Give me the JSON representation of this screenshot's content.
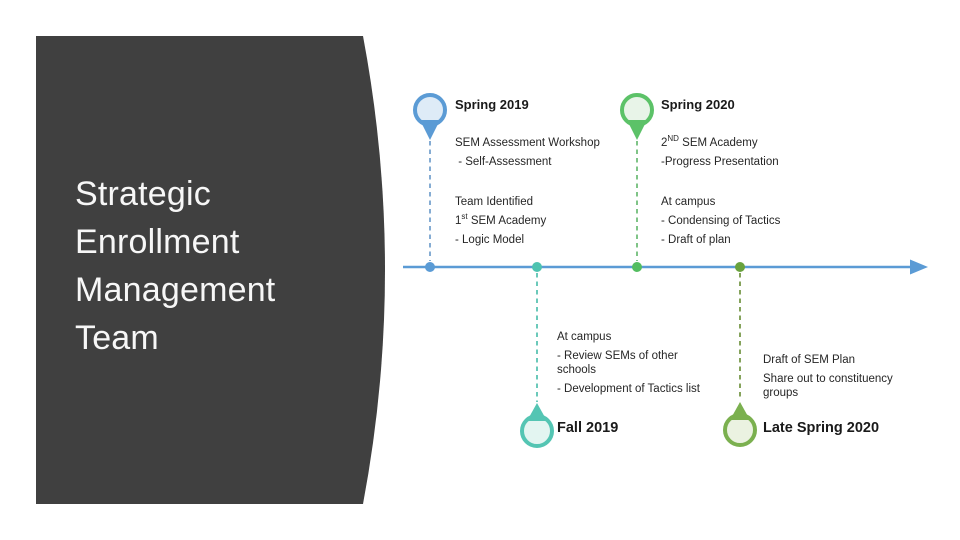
{
  "slide": {
    "title": "Strategic Enrollment Management Team"
  },
  "colors": {
    "panel_dark": "#404040",
    "title_text": "#F7F7F7",
    "heading_text": "#1A1A1A",
    "body_text": "#262626",
    "timeline_blue": "#5B9BD5",
    "spring2019_blue": "#5B9BD5",
    "spring2020_green": "#5CC268",
    "fall2019_teal": "#54C5B3",
    "latespring2020_olive": "#7BB04F"
  },
  "icons": {
    "pin_top": "map-pin-down-icon",
    "pin_bottom": "map-pin-up-icon",
    "arrowhead": "right-arrowhead-icon"
  },
  "timeline": {
    "milestones": {
      "spring2019": {
        "label": "Spring 2019",
        "para1": [
          "SEM Assessment Workshop",
          " - Self-Assessment"
        ],
        "para2_line1": "Team Identified",
        "para2_academy": {
          "pre": "1",
          "sup": "st",
          "post": " SEM Academy"
        },
        "para2_line3": "- Logic Model"
      },
      "spring2020": {
        "label": "Spring 2020",
        "para1_academy": {
          "pre": "2",
          "sup": "ND",
          "post": " SEM Academy"
        },
        "para1_line2": "-Progress Presentation",
        "para2": [
          "At campus",
          "- Condensing of Tactics",
          "- Draft of plan"
        ]
      },
      "fall2019": {
        "label": "Fall 2019",
        "para": [
          "At campus",
          "- Review SEMs of other\nschools",
          "- Development of Tactics list"
        ]
      },
      "latespring2020": {
        "label": "Late Spring 2020",
        "para": [
          "Draft of SEM Plan",
          "Share out to constituency\ngroups"
        ]
      }
    }
  }
}
